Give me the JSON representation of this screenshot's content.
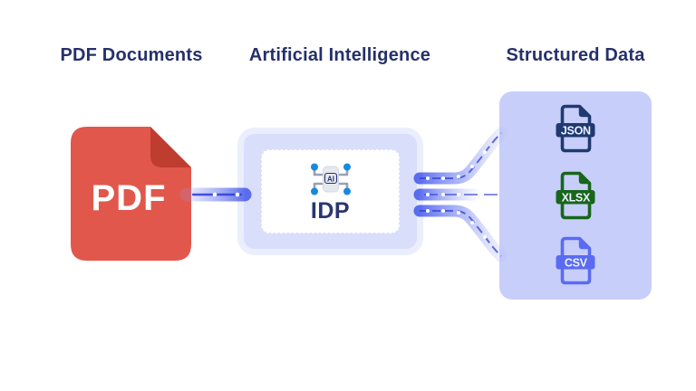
{
  "header": {
    "col1": "PDF Documents",
    "col2": "Artificial Intelligence",
    "col3": "Structured Data"
  },
  "pdf": {
    "label": "PDF",
    "color": "#E2574C",
    "fold_color": "#BF3D2F"
  },
  "idp": {
    "label": "IDP",
    "chip_label": "AI"
  },
  "outputs": [
    {
      "label": "JSON",
      "color": "#1E3A70"
    },
    {
      "label": "XLSX",
      "color": "#17661A"
    },
    {
      "label": "CSV",
      "color": "#5A6BF2"
    }
  ],
  "colors": {
    "title_text": "#25316B",
    "pipe_band": "#5265EE",
    "pipe_core": "#3141D6",
    "panel_bg": "#C8CEFA",
    "idp_box_bg": "#D9DEFB",
    "idp_inner_bg": "#FFFFFF",
    "idp_label_text": "#2A3570",
    "chip_accent_blue": "#1789E0",
    "chip_body": "#E6E8EF",
    "background": "#FFFFFF"
  }
}
